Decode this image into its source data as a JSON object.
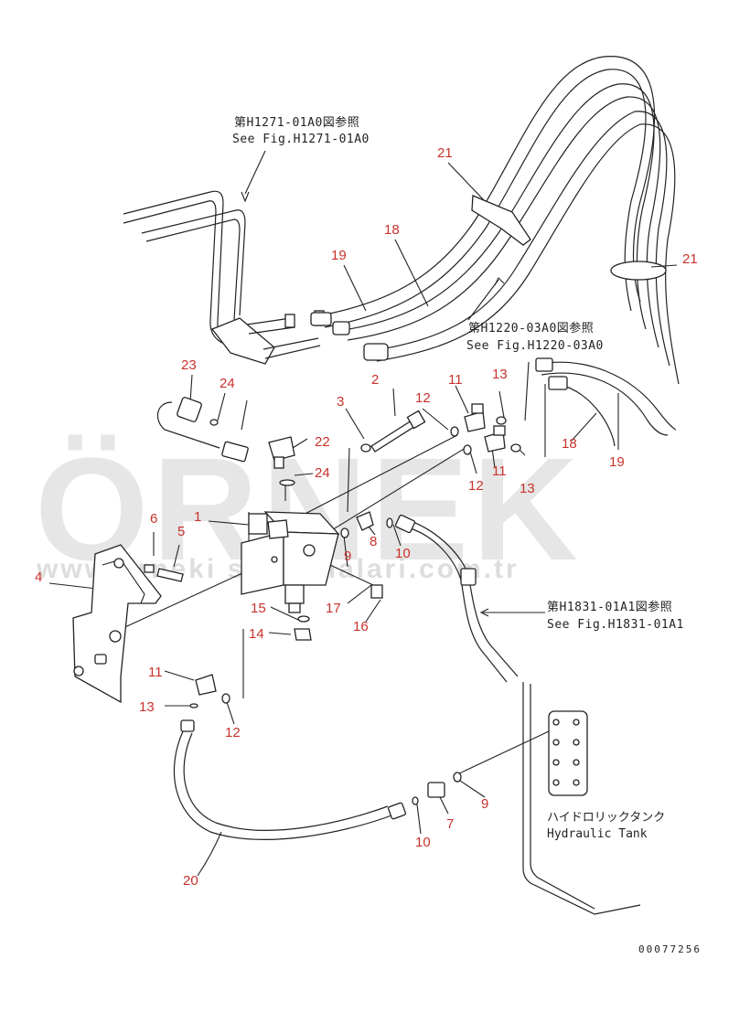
{
  "references": {
    "h1271_jp": "第H1271-01A0図参照",
    "h1271_en": "See Fig.H1271-01A0",
    "h1220_jp": "第H1220-03A0図参照",
    "h1220_en": "See Fig.H1220-03A0",
    "h1831_jp": "第H1831-01A1図参照",
    "h1831_en": "See Fig.H1831-01A1"
  },
  "tank": {
    "jp": "ハイドロリックタンク",
    "en": "Hydraulic Tank"
  },
  "drawing_code": "00077256",
  "watermark": {
    "word": "ÖRNEK",
    "url": "www.orneki smakinalari.com.tr"
  },
  "callouts": {
    "c21a": "21",
    "c21b": "21",
    "c18a": "18",
    "c18b": "18",
    "c19a": "19",
    "c19b": "19",
    "c23": "23",
    "c24a": "24",
    "c24b": "24",
    "c22": "22",
    "c3": "3",
    "c2": "2",
    "c12a": "12",
    "c12b": "12",
    "c12c": "12",
    "c11a": "11",
    "c11b": "11",
    "c11c": "11",
    "c13a": "13",
    "c13b": "13",
    "c13c": "13",
    "c1": "1",
    "c6": "6",
    "c5": "5",
    "c4": "4",
    "c9a": "9",
    "c9b": "9",
    "c8": "8",
    "c10a": "10",
    "c10b": "10",
    "c15": "15",
    "c14": "14",
    "c17": "17",
    "c16": "16",
    "c7": "7",
    "c20": "20"
  }
}
